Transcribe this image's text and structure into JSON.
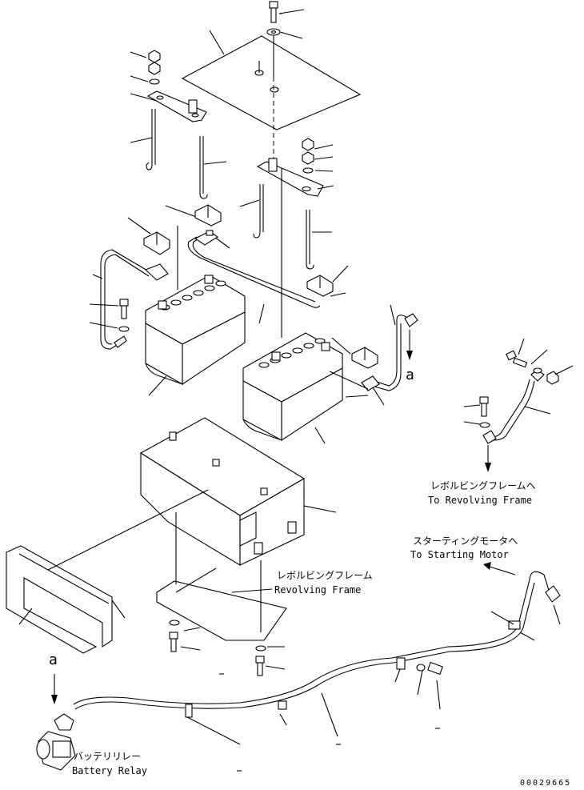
{
  "labels": {
    "arrow_a_right": "a",
    "arrow_a_left": "a",
    "revolving_frame_jp_1": "レボルビングフレームへ",
    "revolving_frame_en_1": "To Revolving Frame",
    "starting_motor_jp": "スターティングモータへ",
    "starting_motor_en": "To Starting Motor",
    "revolving_frame_jp_2": "レボルビングフレーム",
    "revolving_frame_en_2": "Revolving Frame",
    "battery_relay_jp": "バッテリリレー",
    "battery_relay_en": "Battery Relay",
    "drawing_number": "00029665"
  },
  "icons": [
    "arrow-down-icon",
    "arrow-left-icon"
  ]
}
